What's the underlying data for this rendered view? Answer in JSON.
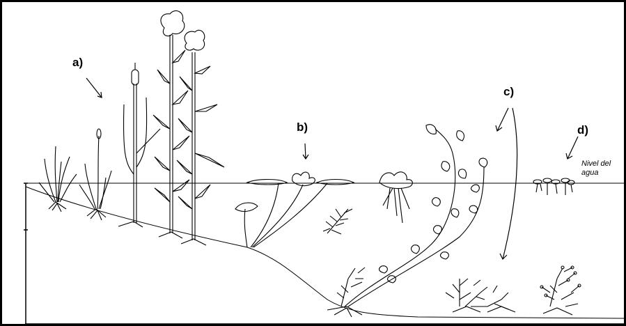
{
  "labels": {
    "a": "a)",
    "b": "b)",
    "c": "c)",
    "d": "d)"
  },
  "water_level": {
    "line1": "Nivel del",
    "line2": "agua"
  },
  "colors": {
    "ink": "#000000",
    "background": "#ffffff",
    "frame": "#000000"
  }
}
